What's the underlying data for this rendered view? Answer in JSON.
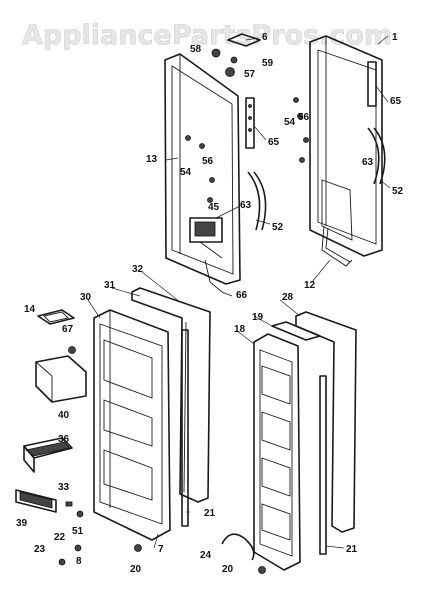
{
  "watermark": "AppliancePartsPros.com",
  "callouts": {
    "c1": "1",
    "c6": "6",
    "c58": "58",
    "c59": "59",
    "c57": "57",
    "c65a": "65",
    "c65b": "65",
    "c54a": "54",
    "c56a": "56",
    "c54b": "54",
    "c56b": "56",
    "c13": "13",
    "c45": "45",
    "c63a": "63",
    "c63b": "63",
    "c52a": "52",
    "c52b": "52",
    "c12": "12",
    "c32": "32",
    "c66": "66",
    "c31": "31",
    "c30": "30",
    "c28": "28",
    "c14": "14",
    "c19": "19",
    "c18": "18",
    "c67": "67",
    "c40": "40",
    "c36": "36",
    "c33": "33",
    "c39": "39",
    "c51": "51",
    "c22": "22",
    "c23": "23",
    "c8": "8",
    "c7": "7",
    "c21a": "21",
    "c21b": "21",
    "c24": "24",
    "c20a": "20",
    "c20b": "20"
  }
}
